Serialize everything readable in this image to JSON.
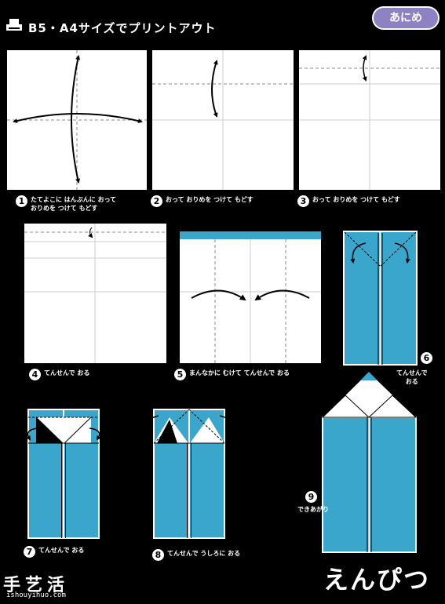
{
  "header": {
    "title": "B5・A4サイズでプリントアウト",
    "badge": "あにめ"
  },
  "steps": [
    {
      "num": "1",
      "text": "たてよこに はんぶんに おって\nおりめを つけて もどす"
    },
    {
      "num": "2",
      "text": "おって おりめを つけて もどす"
    },
    {
      "num": "3",
      "text": "おって おりめを つけて もどす"
    },
    {
      "num": "4",
      "text": "てんせんで おる"
    },
    {
      "num": "5",
      "text": "まんなかに むけて てんせんで おる"
    },
    {
      "num": "6",
      "text": "てんせんで\nおる"
    },
    {
      "num": "7",
      "text": "てんせんで おる"
    },
    {
      "num": "8",
      "text": "てんせんで うしろに おる"
    },
    {
      "num": "9",
      "text": "できあがり"
    }
  ],
  "footer": {
    "brand": "手艺活",
    "site": "ishouyihuo.com",
    "result_name": "えんぴつ"
  },
  "colors": {
    "paper_blue": "#3aa6cb",
    "badge_purple": "#8f82c4",
    "background": "#000000"
  }
}
